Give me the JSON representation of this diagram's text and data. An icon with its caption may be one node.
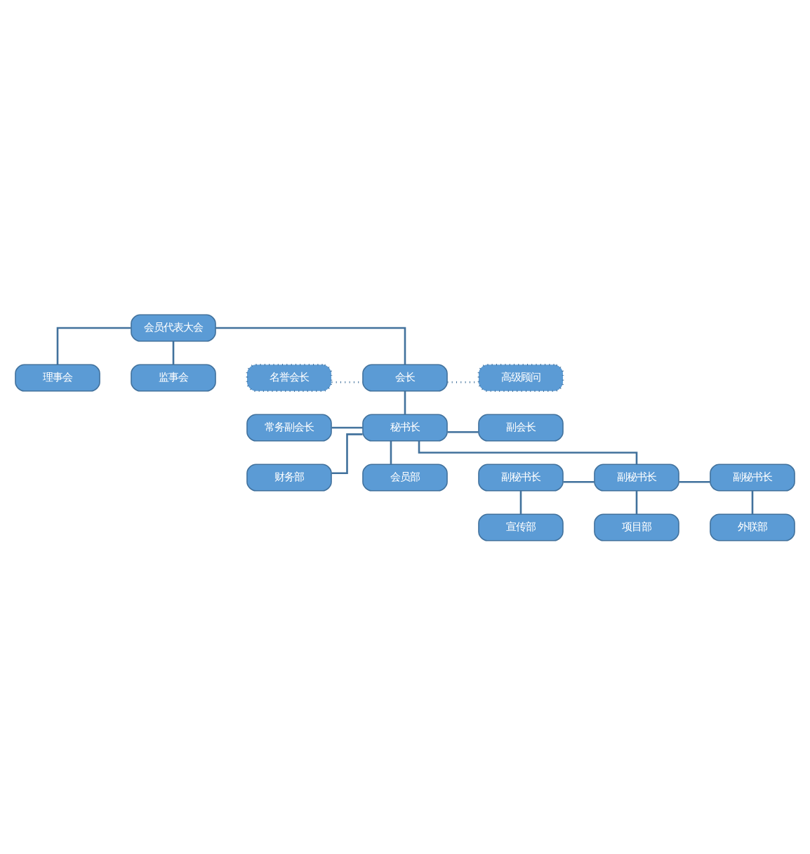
{
  "diagram": {
    "nodes": [
      {
        "text": [
          "会员代表大会"
        ]
      },
      {
        "text": [
          "理事会"
        ]
      },
      {
        "text": [
          "监事会"
        ]
      },
      {
        "text": [
          "名誉会长"
        ]
      },
      {
        "text": [
          "会长"
        ]
      },
      {
        "text": [
          "高级顾问"
        ]
      },
      {
        "text": [
          "常务副会长"
        ]
      },
      {
        "text": [
          "秘书长"
        ]
      },
      {
        "text": [
          "副会长"
        ]
      },
      {
        "text": [
          "财务部"
        ]
      },
      {
        "text": [
          "会员部"
        ]
      },
      {
        "text": [
          "副秘书长"
        ]
      },
      {
        "text": [
          "副秘书长"
        ]
      },
      {
        "text": [
          "副秘书长"
        ]
      },
      {
        "text": [
          "宣传部"
        ]
      },
      {
        "text": [
          "项目部"
        ]
      },
      {
        "text": [
          "外联部"
        ]
      }
    ],
    "edges": [
      {
        "from": 0,
        "to": 1,
        "arrow": "none"
      },
      {
        "from": 0,
        "to": 2,
        "arrow": "none"
      },
      {
        "from": 0,
        "to": 4,
        "arrow": "none"
      },
      {
        "from": 3,
        "to": 4,
        "arrow": "none",
        "style": "dashed"
      },
      {
        "from": 4,
        "to": 5,
        "arrow": "none",
        "style": "dashed"
      },
      {
        "from": 4,
        "to": 7,
        "arrow": "none"
      },
      {
        "from": 6,
        "to": 7,
        "arrow": "none"
      },
      {
        "from": 7,
        "to": 8,
        "arrow": "none"
      },
      {
        "from": 7,
        "to": 9,
        "arrow": "none"
      },
      {
        "from": 7,
        "to": 10,
        "arrow": "none"
      },
      {
        "from": 7,
        "to": 12,
        "arrow": "none"
      },
      {
        "from": 11,
        "to": 12,
        "arrow": "none"
      },
      {
        "from": 12,
        "to": 13,
        "arrow": "none"
      },
      {
        "from": 11,
        "to": 14,
        "arrow": "none"
      },
      {
        "from": 12,
        "to": 15,
        "arrow": "none"
      },
      {
        "from": 13,
        "to": 16,
        "arrow": "none"
      }
    ]
  }
}
